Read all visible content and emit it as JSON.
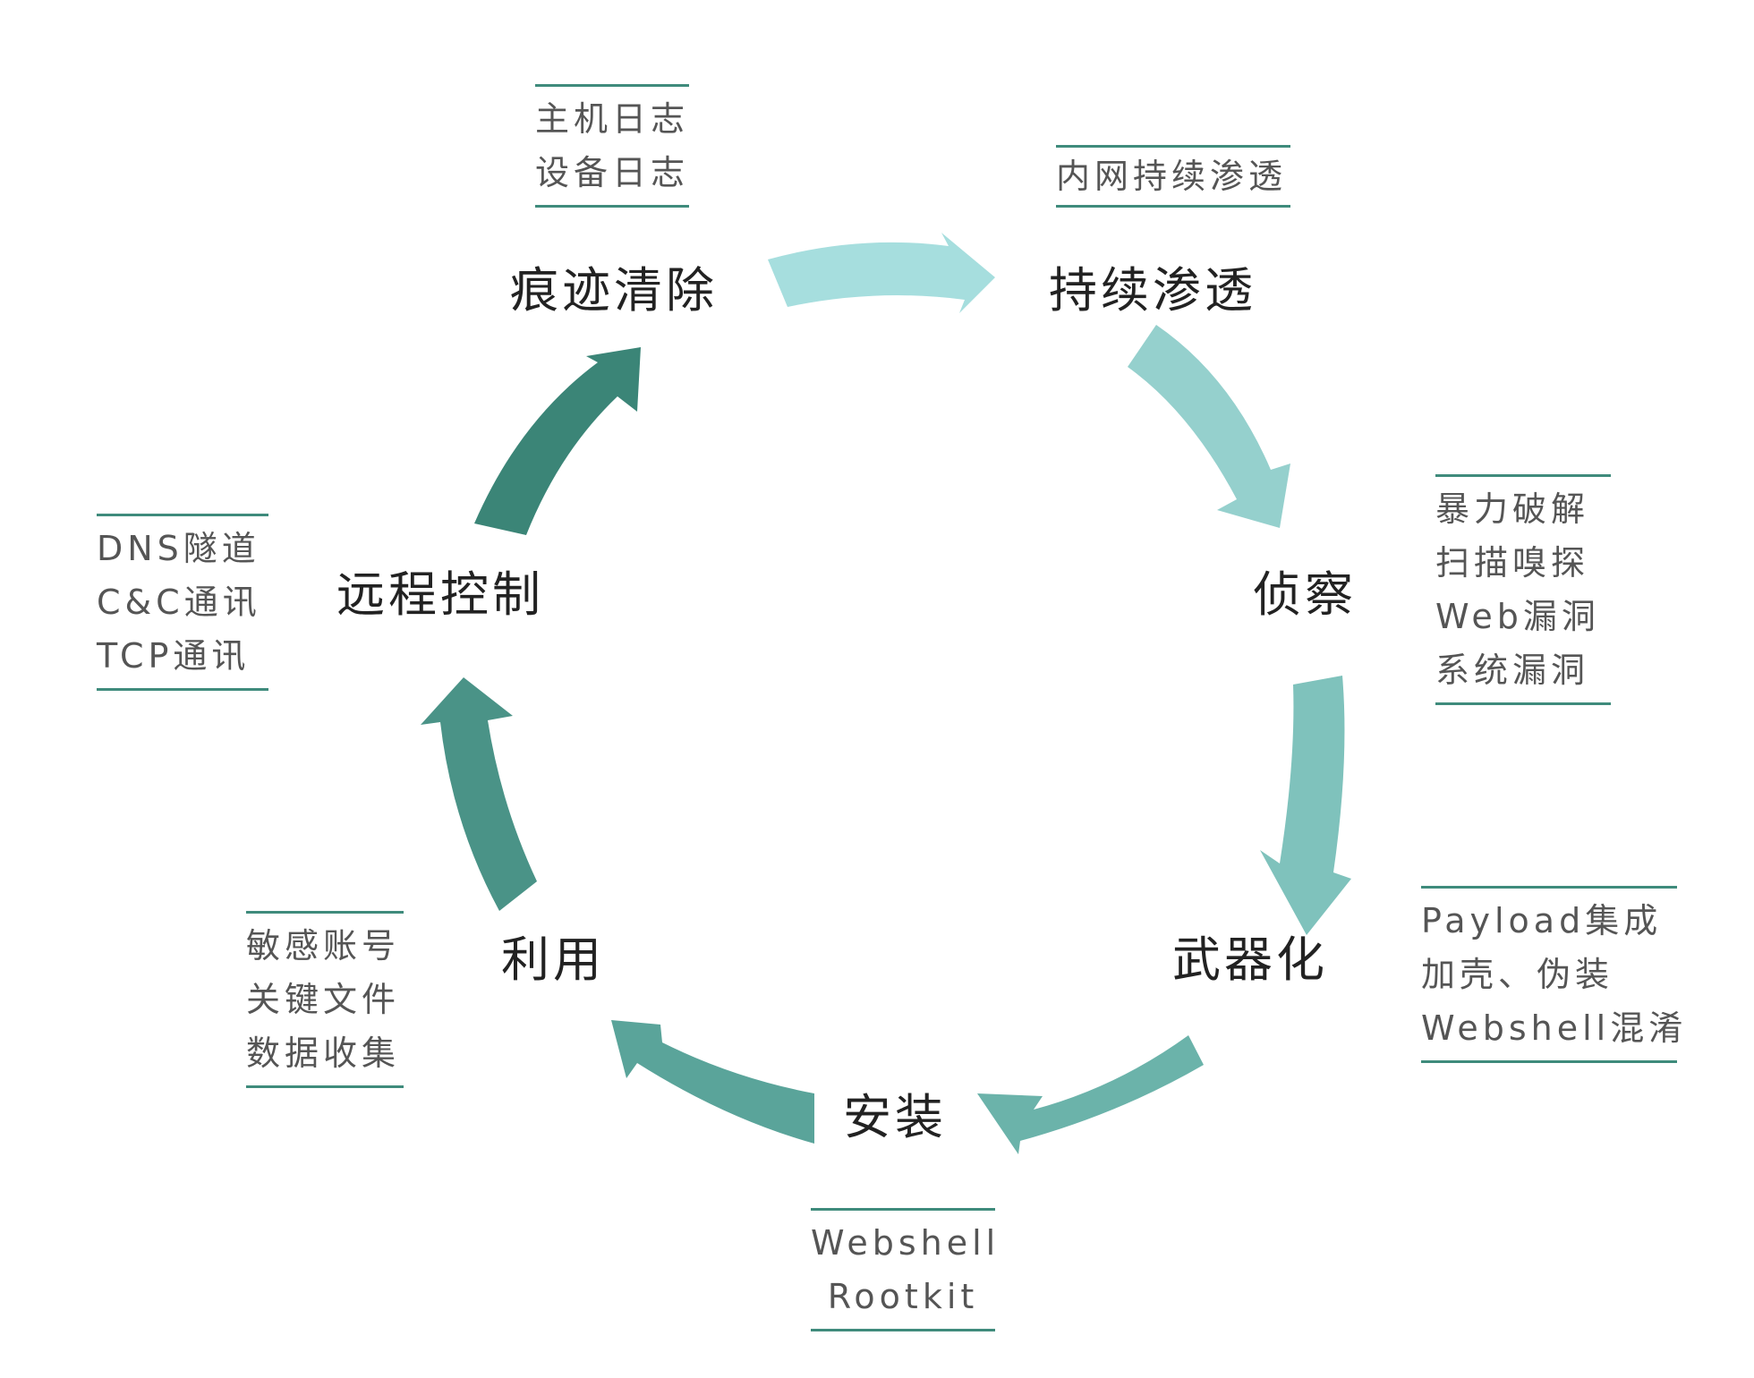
{
  "colors": {
    "arrow_persist": "#a6dede",
    "arrow_recon": "#95d0cd",
    "arrow_weaponize": "#7fc2bc",
    "arrow_install": "#6bb3aa",
    "arrow_exploit": "#5aa49a",
    "arrow_c2": "#4a9387",
    "arrow_cleanup": "#3b8577",
    "note_rule": "#3f8b7c"
  },
  "stages": {
    "cleanup": "痕迹清除",
    "persist": "持续渗透",
    "recon": "侦察",
    "weaponize": "武器化",
    "install": "安装",
    "exploit": "利用",
    "c2": "远程控制"
  },
  "notes": {
    "cleanup": [
      "主机日志",
      "设备日志"
    ],
    "persist": [
      "内网持续渗透"
    ],
    "recon": [
      "暴力破解",
      "扫描嗅探",
      "Web漏洞",
      "系统漏洞"
    ],
    "weaponize": [
      "Payload集成",
      "加壳、伪装",
      "Webshell混淆"
    ],
    "install": [
      "Webshell",
      "Rootkit"
    ],
    "exploit": [
      "敏感账号",
      "关键文件",
      "数据收集"
    ],
    "c2": [
      "DNS隧道",
      "C&C通讯",
      "TCP通讯"
    ]
  }
}
